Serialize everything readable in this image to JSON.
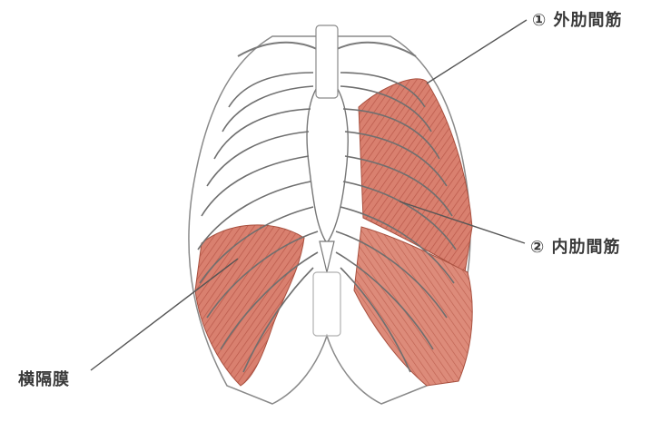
{
  "labels": {
    "external_intercostal": "① 外肋間筋",
    "internal_intercostal": "② 内肋間筋",
    "diaphragm": "横隔膜"
  },
  "colors": {
    "muscle": "#d97a6a",
    "muscle_dark": "#b9584a",
    "bone_outline": "#6f6f6f",
    "leader_line": "#555555"
  }
}
